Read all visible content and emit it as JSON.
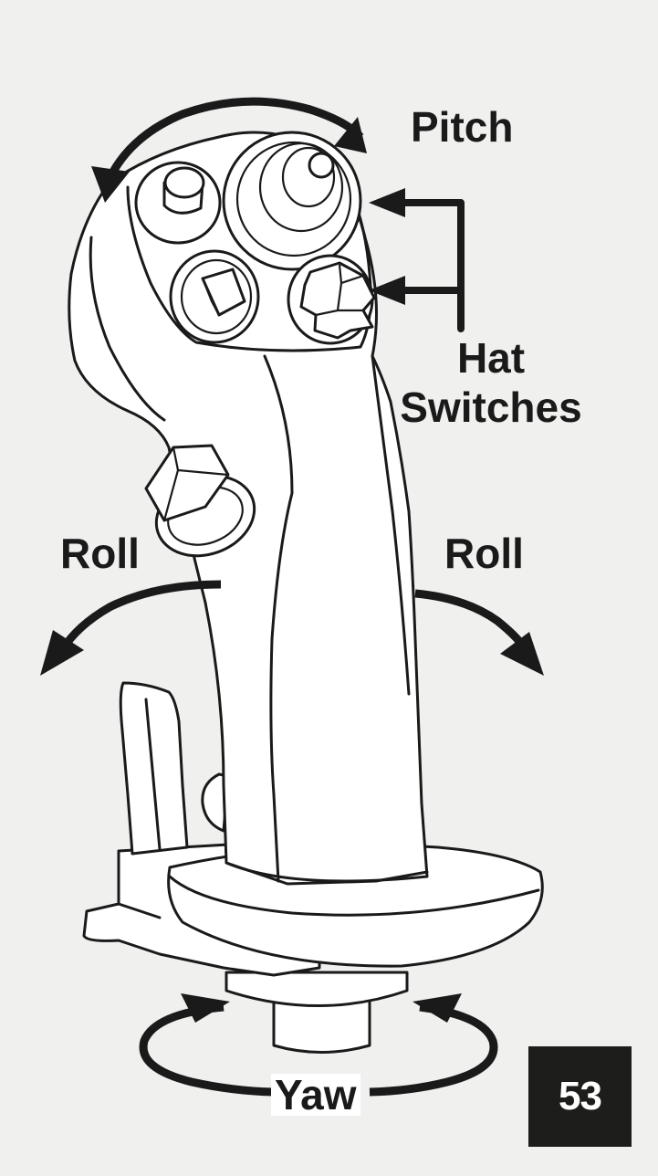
{
  "labels": {
    "pitch": "Pitch",
    "hat_line1": "Hat",
    "hat_line2": "Switches",
    "roll_left": "Roll",
    "roll_right": "Roll",
    "yaw": "Yaw"
  },
  "page_number": "53",
  "colors": {
    "background": "#f0f1ef",
    "ink": "#1a1a1a",
    "page_box": "#1d1d1b"
  }
}
